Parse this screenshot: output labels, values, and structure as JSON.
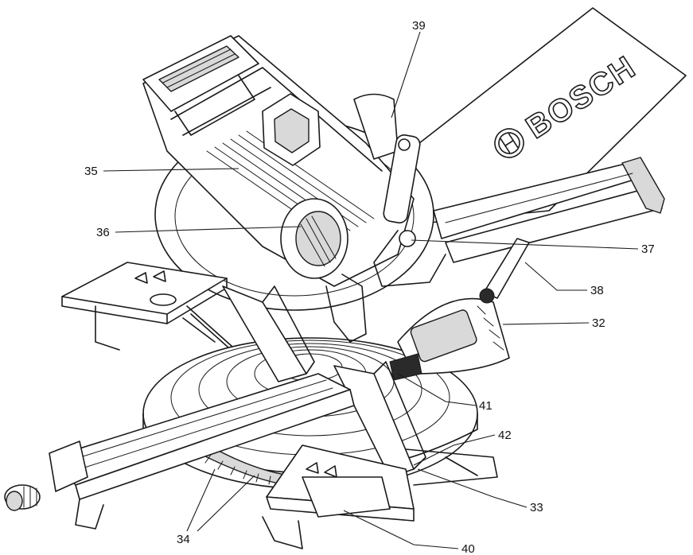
{
  "brand": {
    "logo_text": "BOSCH"
  },
  "callouts": [
    {
      "id": "c39",
      "label": "39"
    },
    {
      "id": "c35",
      "label": "35"
    },
    {
      "id": "c36",
      "label": "36"
    },
    {
      "id": "c37",
      "label": "37"
    },
    {
      "id": "c38",
      "label": "38"
    },
    {
      "id": "c32",
      "label": "32"
    },
    {
      "id": "c41",
      "label": "41"
    },
    {
      "id": "c42",
      "label": "42"
    },
    {
      "id": "c33",
      "label": "33"
    },
    {
      "id": "c34",
      "label": "34"
    },
    {
      "id": "c40",
      "label": "40"
    }
  ]
}
